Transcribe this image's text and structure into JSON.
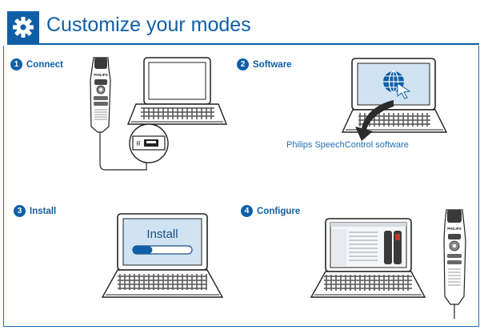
{
  "header": {
    "title": "Customize your modes",
    "icon": "gear-icon",
    "accent_color": "#0f5fa8"
  },
  "steps": [
    {
      "number": "1",
      "label": "Connect"
    },
    {
      "number": "2",
      "label": "Software"
    },
    {
      "number": "3",
      "label": "Install"
    },
    {
      "number": "4",
      "label": "Configure"
    }
  ],
  "software": {
    "caption": "Philips SpeechControl software",
    "icon": "globe-cursor-icon"
  },
  "install": {
    "screen_text": "Install",
    "progress": 0.33
  },
  "device": {
    "brand": "PHILIPS"
  }
}
